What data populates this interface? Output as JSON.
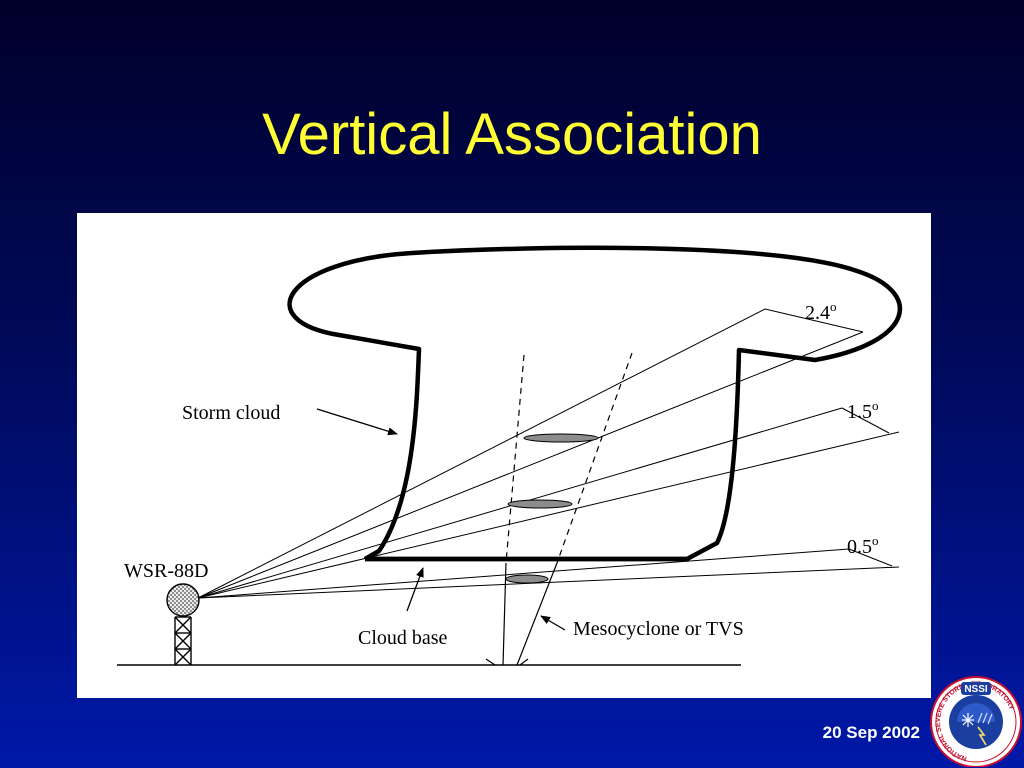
{
  "slide": {
    "title": "Vertical Association",
    "date": "20 Sep 2002"
  },
  "diagram": {
    "labels": {
      "storm_cloud": "Storm cloud",
      "radar": "WSR-88D",
      "cloud_base": "Cloud base",
      "mesocyclone": "Mesocyclone or TVS"
    },
    "elevation_angles": [
      {
        "value": "2.4",
        "unit": "o"
      },
      {
        "value": "1.5",
        "unit": "o"
      },
      {
        "value": "0.5",
        "unit": "o"
      }
    ]
  },
  "logo": {
    "name": "NSSI",
    "ring_text": "NATIONAL SEVERE STORMS LABORATORY"
  },
  "colors": {
    "background_top": "#00002a",
    "background_bottom": "#0018a8",
    "title": "#ffff33",
    "panel": "#ffffff",
    "mesocyclone_fill": "#8c8c8c",
    "logo_ring": "#c8102e",
    "logo_inner": "#1a3fa0"
  }
}
